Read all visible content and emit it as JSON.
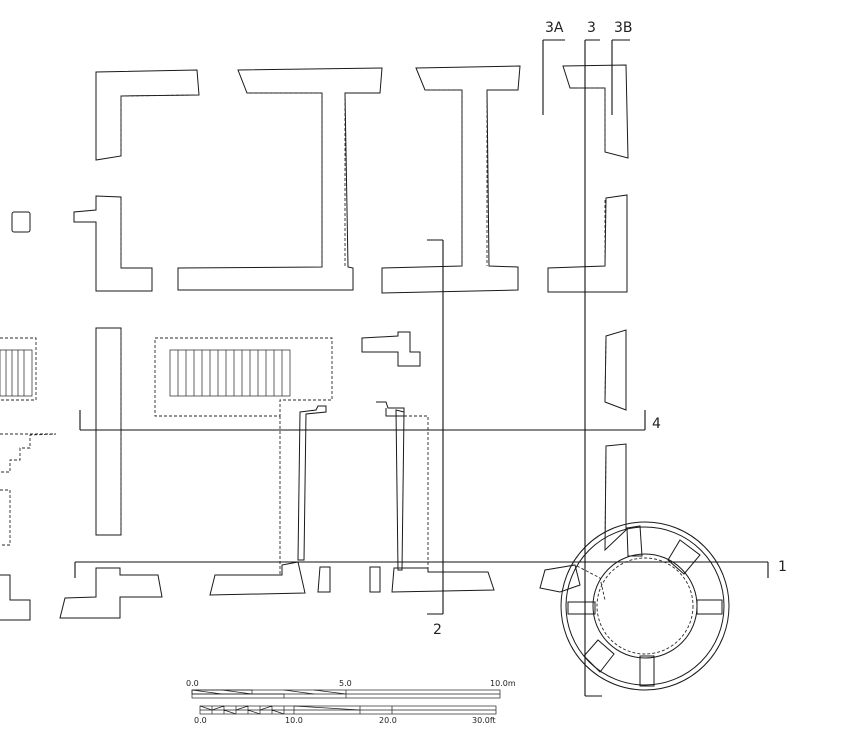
{
  "section_markers": {
    "s1": "1",
    "s2": "2",
    "s3": "3",
    "s3a": "3A",
    "s3b": "3B",
    "s4": "4"
  },
  "scale_metric": {
    "labels": [
      "0.0",
      "5.0",
      "10.0m"
    ]
  },
  "scale_imperial": {
    "labels": [
      "0.0",
      "10.0",
      "20.0",
      "30.0ft"
    ]
  }
}
